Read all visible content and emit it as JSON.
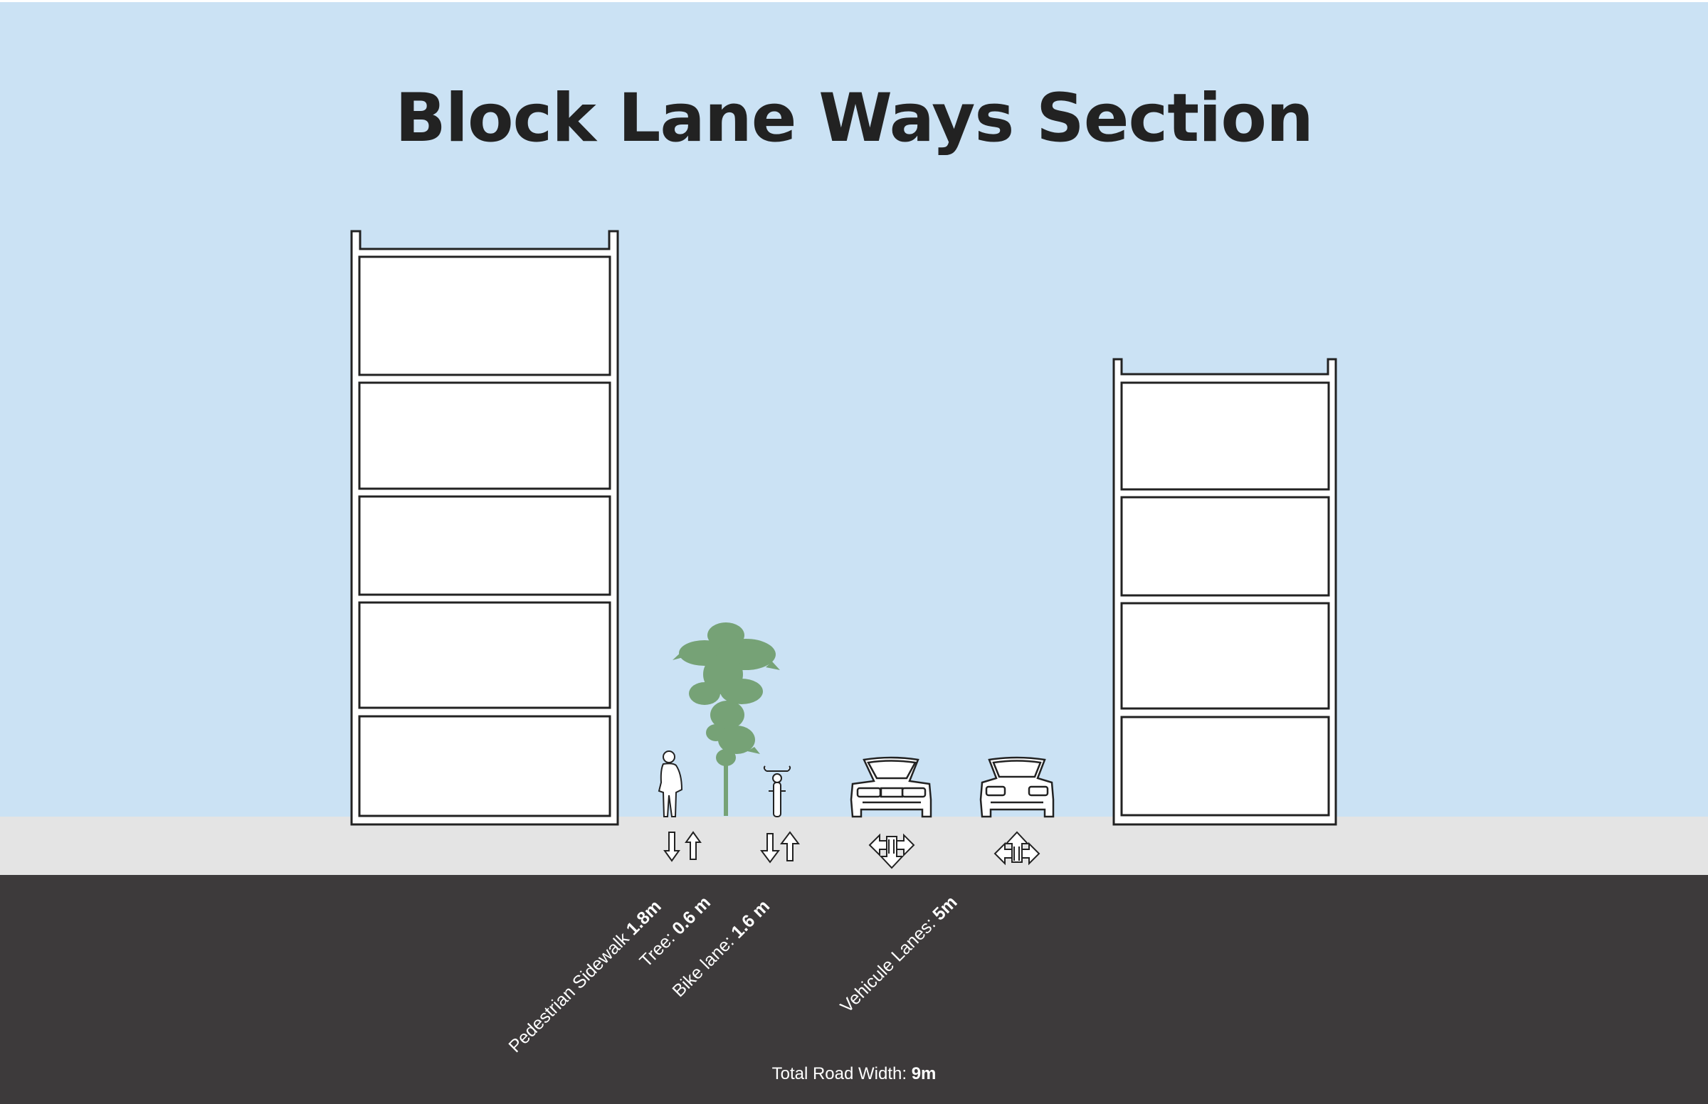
{
  "title": "Block Lane Ways Section",
  "labels": {
    "sidewalk": {
      "name": "Pedestrian Sidewalk",
      "value": "1.8m"
    },
    "tree": {
      "name": "Tree:",
      "value": "0.6 m"
    },
    "bike": {
      "name": "Bike lane:",
      "value": "1.6 m"
    },
    "vehicle": {
      "name": "Vehicule Lanes:",
      "value": "5m"
    }
  },
  "total": {
    "name": "Total Road Width:",
    "value": "9m"
  },
  "colors": {
    "sky": "#cbe2f4",
    "sidewalk": "#e4e4e4",
    "road": "#3d3a3b",
    "building_fill": "#ffffff",
    "outline": "#222222",
    "tree": "#76a276",
    "title": "#222222"
  },
  "icons": [
    "building",
    "pedestrian-icon",
    "tree-icon",
    "bicycle-icon",
    "car-front-icon",
    "two-way-arrow-icon",
    "multi-direction-arrow-icon"
  ]
}
